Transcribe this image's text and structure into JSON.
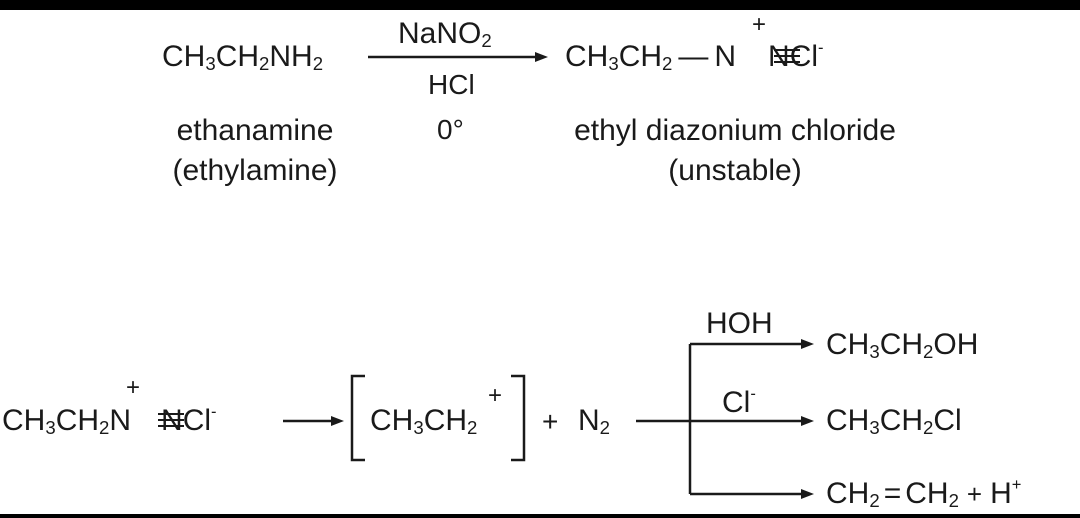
{
  "reaction1": {
    "reactant": {
      "formula": [
        "CH",
        "3",
        "CH",
        "2",
        "NH",
        "2"
      ],
      "name": "ethanamine",
      "alt_name": "(ethylamine)"
    },
    "reagent_top": [
      "NaNO",
      "2"
    ],
    "reagent_middle": "HCl",
    "condition": "0°",
    "product": {
      "formula": [
        "CH",
        "3",
        "CH",
        "2",
        "—",
        "N",
        "≡",
        "NCl",
        "-"
      ],
      "charge": "+",
      "name": "ethyl diazonium chloride",
      "note": "(unstable)"
    }
  },
  "reaction2": {
    "reactant": {
      "formula": [
        "CH",
        "3",
        "CH",
        "2",
        "N",
        "≡",
        "NCl",
        "-"
      ],
      "charge": "+"
    },
    "intermediate": {
      "formula": [
        "CH",
        "3",
        "CH",
        "2"
      ],
      "charge": "+"
    },
    "plus": "+",
    "byproduct": [
      "N",
      "2"
    ],
    "branches": [
      {
        "reagent": "HOH",
        "product": [
          "CH",
          "3",
          "CH",
          "2",
          "OH"
        ]
      },
      {
        "reagent": [
          "Cl",
          "-"
        ],
        "product": [
          "CH",
          "3",
          "CH",
          "2",
          "Cl"
        ]
      },
      {
        "reagent": "",
        "product": [
          "CH",
          "2",
          "=",
          "CH",
          "2",
          "+",
          "H",
          "+"
        ]
      }
    ]
  }
}
